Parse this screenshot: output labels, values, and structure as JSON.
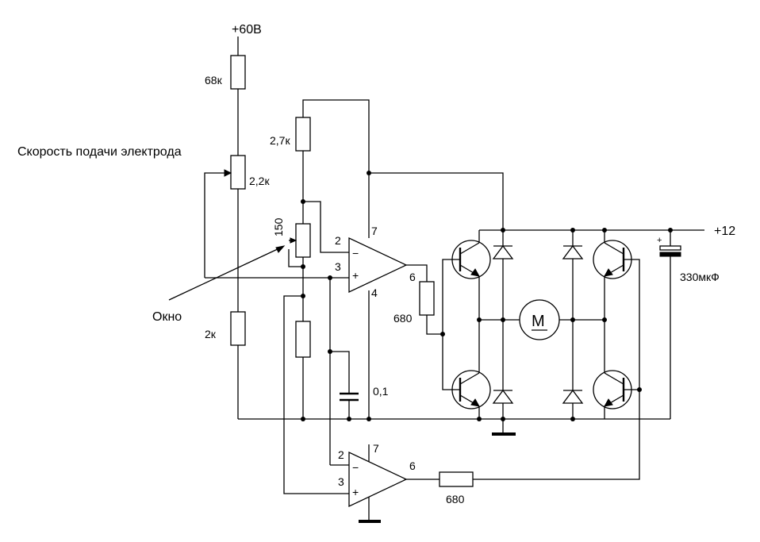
{
  "labels": {
    "supply_60v": "+60В",
    "supply_12v": "+12",
    "r_68k": "68к",
    "pot_label": "Скорость подачи электрода",
    "r_2_2k": "2,2к",
    "r_2_7k": "2,7к",
    "r_150": "150",
    "okno": "Окно",
    "r_2k": "2к",
    "r_680_top": "680",
    "c_0_1": "0,1",
    "c_330": "330мкФ",
    "motor": "M",
    "r_680_bottom": "680",
    "cap_plus": "+"
  },
  "opamp1": {
    "pin_inv": "2",
    "pin_noninv": "3",
    "pin_vcc": "7",
    "pin_gnd": "4",
    "pin_out": "6",
    "minus": "−",
    "plus": "+"
  },
  "opamp2": {
    "pin_inv": "2",
    "pin_noninv": "3",
    "pin_vcc": "7",
    "pin_out": "6",
    "minus": "−",
    "plus": "+"
  }
}
